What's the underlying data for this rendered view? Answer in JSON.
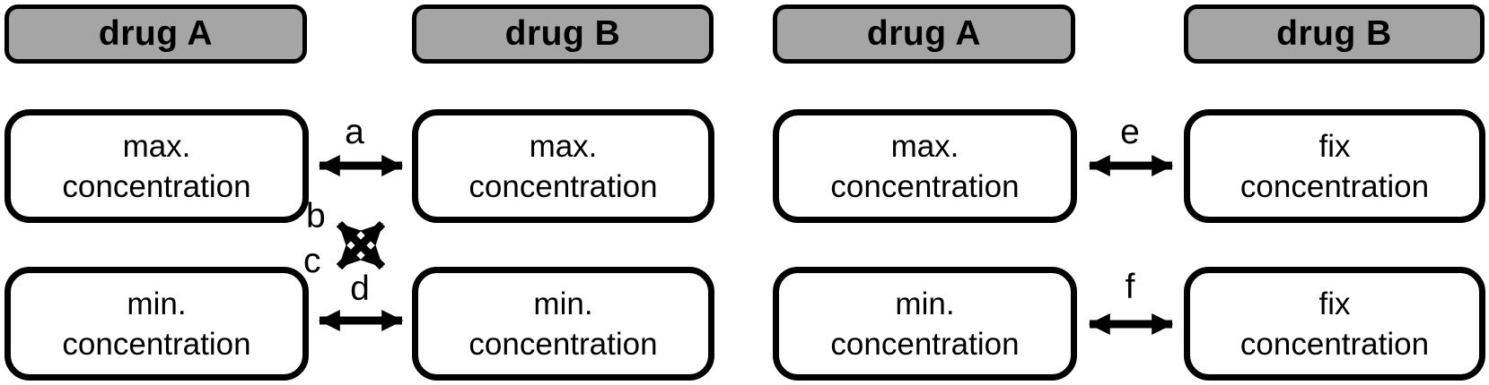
{
  "figure": {
    "panels": [
      {
        "name": "both-drugs-titrated",
        "headers": [
          {
            "text": "drug A"
          },
          {
            "text": "drug B"
          }
        ],
        "boxes": [
          {
            "id": "drug-a-max",
            "text": "max.\nconcentration"
          },
          {
            "id": "drug-b-max",
            "text": "max.\nconcentration"
          },
          {
            "id": "drug-a-min",
            "text": "min.\nconcentration"
          },
          {
            "id": "drug-b-min",
            "text": "min.\nconcentration"
          }
        ],
        "arrow_labels": [
          {
            "id": "a",
            "text": "a",
            "connects": "drug-a-max <-> drug-b-max"
          },
          {
            "id": "b",
            "text": "b",
            "connects": "drug-a-max <-> drug-b-min"
          },
          {
            "id": "c",
            "text": "c",
            "connects": "drug-a-min <-> drug-b-max"
          },
          {
            "id": "d",
            "text": "d",
            "connects": "drug-a-min <-> drug-b-min"
          }
        ]
      },
      {
        "name": "drug-b-fixed",
        "headers": [
          {
            "text": "drug A"
          },
          {
            "text": "drug B"
          }
        ],
        "boxes": [
          {
            "id": "drug-a-max",
            "text": "max.\nconcentration"
          },
          {
            "id": "drug-b-fix-top",
            "text": "fix\nconcentration"
          },
          {
            "id": "drug-a-min",
            "text": "min.\nconcentration"
          },
          {
            "id": "drug-b-fix-bottom",
            "text": "fix\nconcentration"
          }
        ],
        "arrow_labels": [
          {
            "id": "e",
            "text": "e",
            "connects": "drug-a-max <-> drug-b-fix-top"
          },
          {
            "id": "f",
            "text": "f",
            "connects": "drug-a-min <-> drug-b-fix-bottom"
          }
        ]
      }
    ],
    "colors": {
      "header_fill": "#a5a5a5",
      "outline": "#000000",
      "box_fill": "#ffffff",
      "background": "#ffffff"
    }
  }
}
